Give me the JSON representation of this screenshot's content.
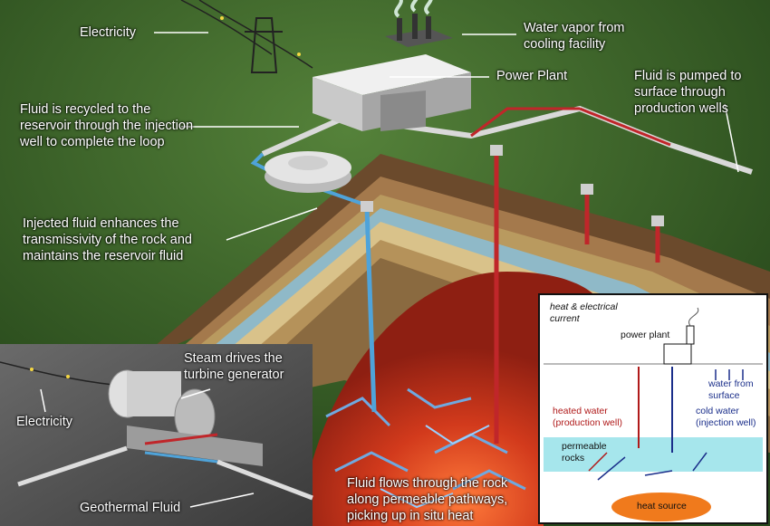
{
  "labels": {
    "electricity_top": "Electricity",
    "water_vapor": [
      "Water vapor from",
      "cooling facility"
    ],
    "power_plant": "Power Plant",
    "fluid_pumped": [
      "Fluid is pumped to",
      "surface through",
      "production wells"
    ],
    "fluid_recycled": [
      "Fluid is recycled to the",
      "reservoir through the injection",
      "well to complete the loop"
    ],
    "injected_fluid": [
      "Injected fluid enhances the",
      "transmissivity of the rock and",
      "maintains the reservoir fluid"
    ],
    "steam_drives": [
      "Steam drives the",
      "turbine generator"
    ],
    "electricity_inset": "Electricity",
    "geothermal_fluid": "Geothermal Fluid",
    "fluid_flows": [
      "Fluid flows through the rock",
      "along permeable pathways,",
      "picking up in situ heat"
    ]
  },
  "schematic": {
    "heat_current": [
      "heat & electrical",
      "current"
    ],
    "power_plant": "power plant",
    "water_from_surface": [
      "water from",
      "surface"
    ],
    "heated_water": [
      "heated water",
      "(production well)"
    ],
    "cold_water": [
      "cold water",
      "(injection well)"
    ],
    "permeable_rocks": [
      "permeable",
      "rocks"
    ],
    "heat_source": "heat source"
  },
  "colors": {
    "ground_green": "#3f6e2a",
    "magma": "#c8361a",
    "hot_pipe": "#c0262a",
    "cold_pipe": "#4fa3d9",
    "permeable_band": "#a6e6ec",
    "schematic_heated": "#b01a1a",
    "schematic_cold": "#1a2e8a"
  }
}
